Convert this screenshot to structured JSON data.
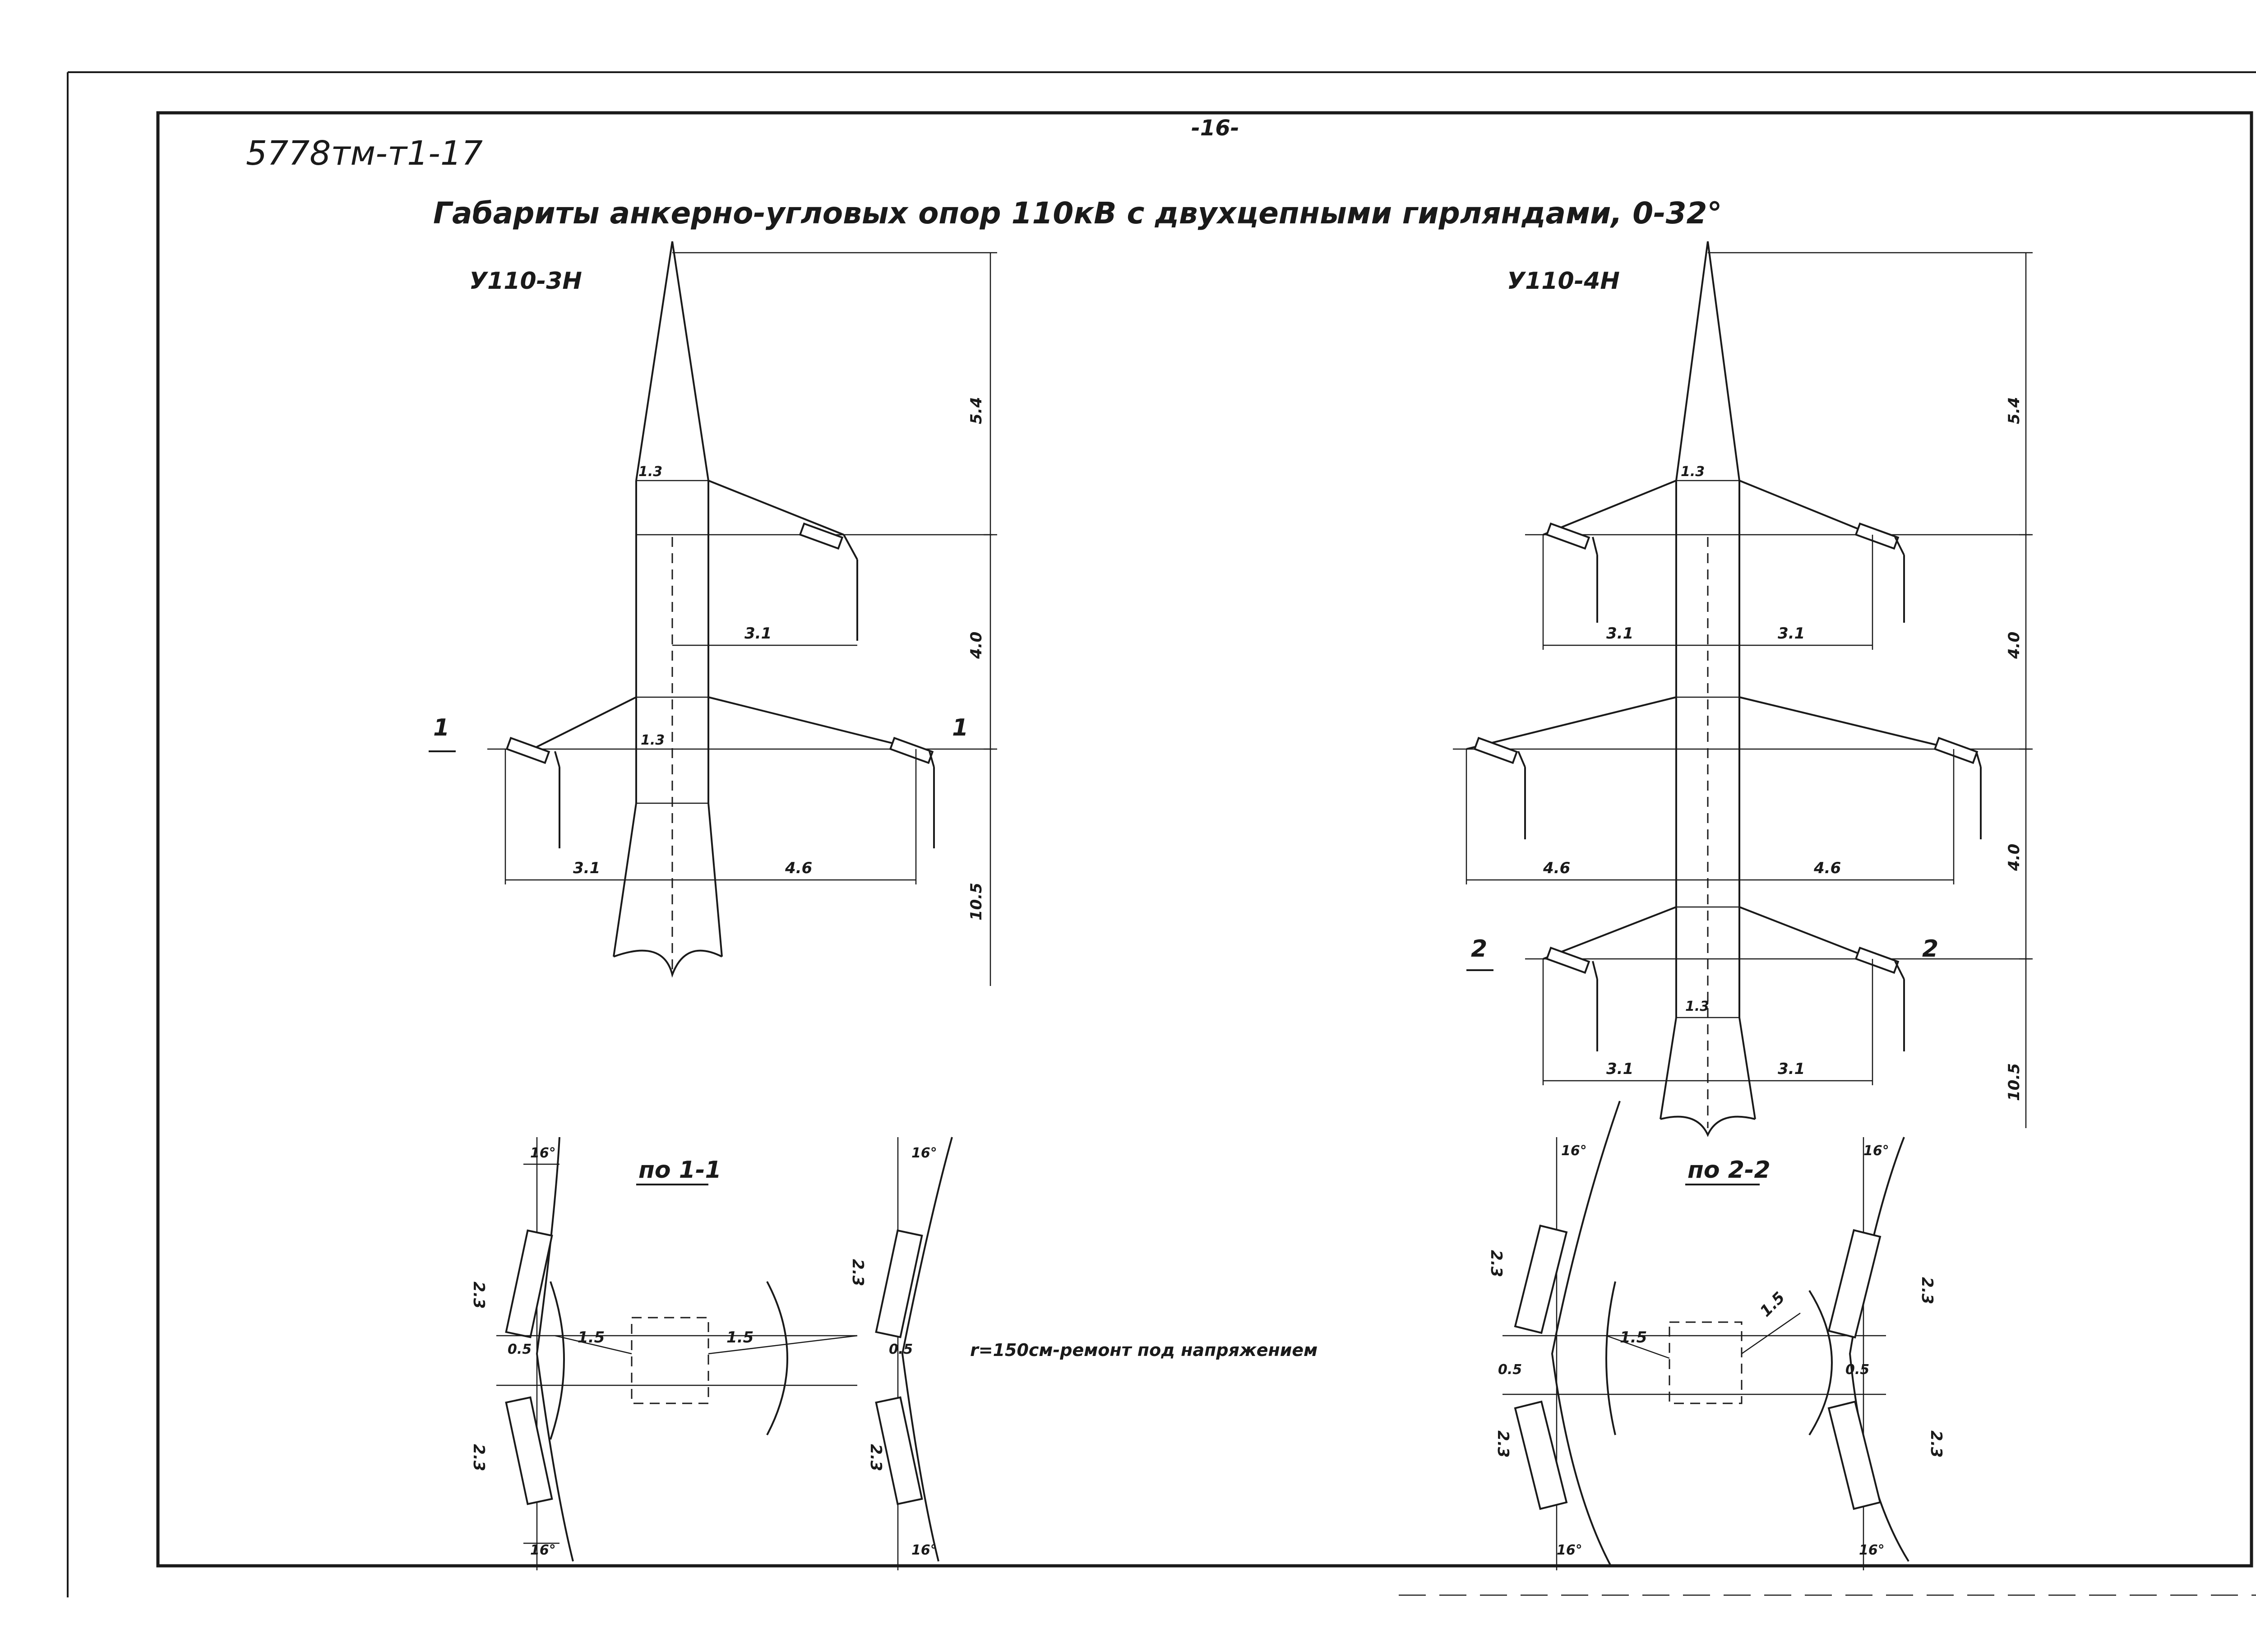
{
  "sheet": {
    "code": "5778тм-т1-17",
    "page_number": "-16-",
    "title": "Габариты анкерно-угловых опор 110кВ с двухцепными гирляндами, 0-32°"
  },
  "tower_left": {
    "name": "У110-3Н",
    "height_top": "5.4",
    "height_mid": "4.0",
    "height_bottom": "10.5",
    "width_upper": "1.3",
    "width_lower": "1.3",
    "arm_upper_right": "3.1",
    "arm_lower_left": "3.1",
    "arm_lower_right": "4.6",
    "section_mark_left": "1",
    "section_mark_right": "1"
  },
  "tower_right": {
    "name": "У110-4Н",
    "height_top": "5.4",
    "height_upper": "4.0",
    "height_lower": "4.0",
    "height_bottom": "10.5",
    "width_upper": "1.3",
    "width_lower": "1.3",
    "arm_upper_left": "3.1",
    "arm_upper_right": "3.1",
    "arm_mid_left": "4.6",
    "arm_mid_right": "4.6",
    "arm_low_left": "3.1",
    "arm_low_right": "3.1",
    "section_mark_left": "2",
    "section_mark_right": "2"
  },
  "section_1_1": {
    "label": "по 1-1",
    "angle_top_left": "16°",
    "angle_bottom_left": "16°",
    "angle_top_right": "16°",
    "angle_bottom_right": "16°",
    "string_len_tl": "2.3",
    "string_len_bl": "2.3",
    "string_len_tr": "2.3",
    "string_len_br": "2.3",
    "spacing_left": "0.5",
    "spacing_right": "0.5",
    "radius_left": "1.5",
    "radius_right": "1.5"
  },
  "section_2_2": {
    "label": "по 2-2",
    "angle_top_left": "16°",
    "angle_bottom_left": "16°",
    "angle_top_right": "16°",
    "angle_bottom_right": "16°",
    "string_len_tl": "2.3",
    "string_len_bl": "2.3",
    "string_len_tr": "2.3",
    "string_len_br": "2.3",
    "spacing_left": "0.5",
    "spacing_right": "0.5",
    "radius_left": "1.5",
    "radius_right": "1.5"
  },
  "note": "r=150см-ремонт под напряжением"
}
